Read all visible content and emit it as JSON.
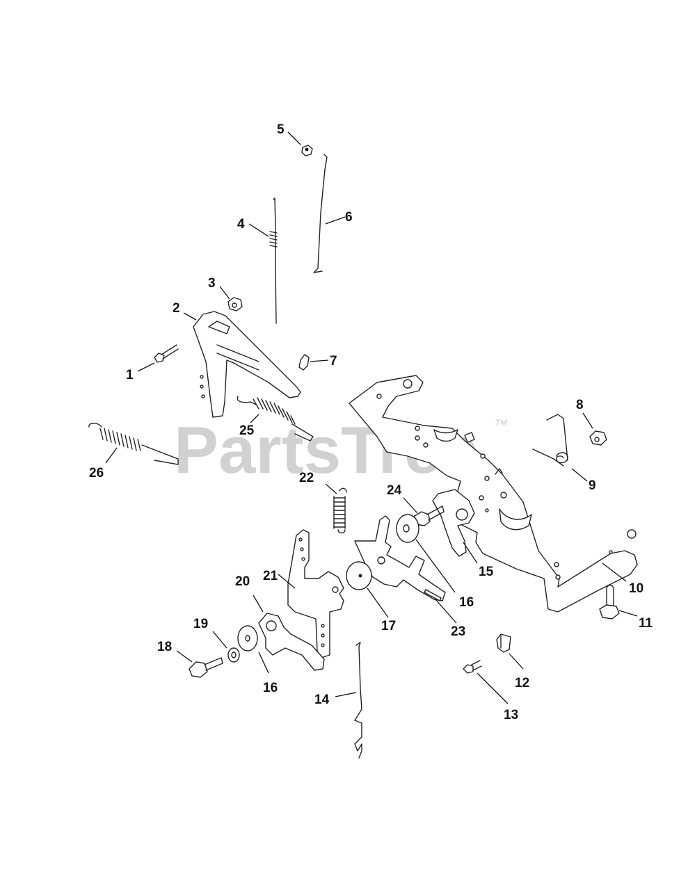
{
  "watermark": {
    "text": "PartsTree",
    "trademark": "TM"
  },
  "callouts": {
    "c1": "1",
    "c2": "2",
    "c3": "3",
    "c4": "4",
    "c5": "5",
    "c6": "6",
    "c7": "7",
    "c8": "8",
    "c9": "9",
    "c10": "10",
    "c11": "11",
    "c12": "12",
    "c13": "13",
    "c14": "14",
    "c15": "15",
    "c16a": "16",
    "c16b": "16",
    "c17": "17",
    "c18": "18",
    "c19": "19",
    "c20": "20",
    "c21": "21",
    "c22": "22",
    "c23": "23",
    "c24": "24",
    "c25": "25",
    "c26": "26"
  }
}
